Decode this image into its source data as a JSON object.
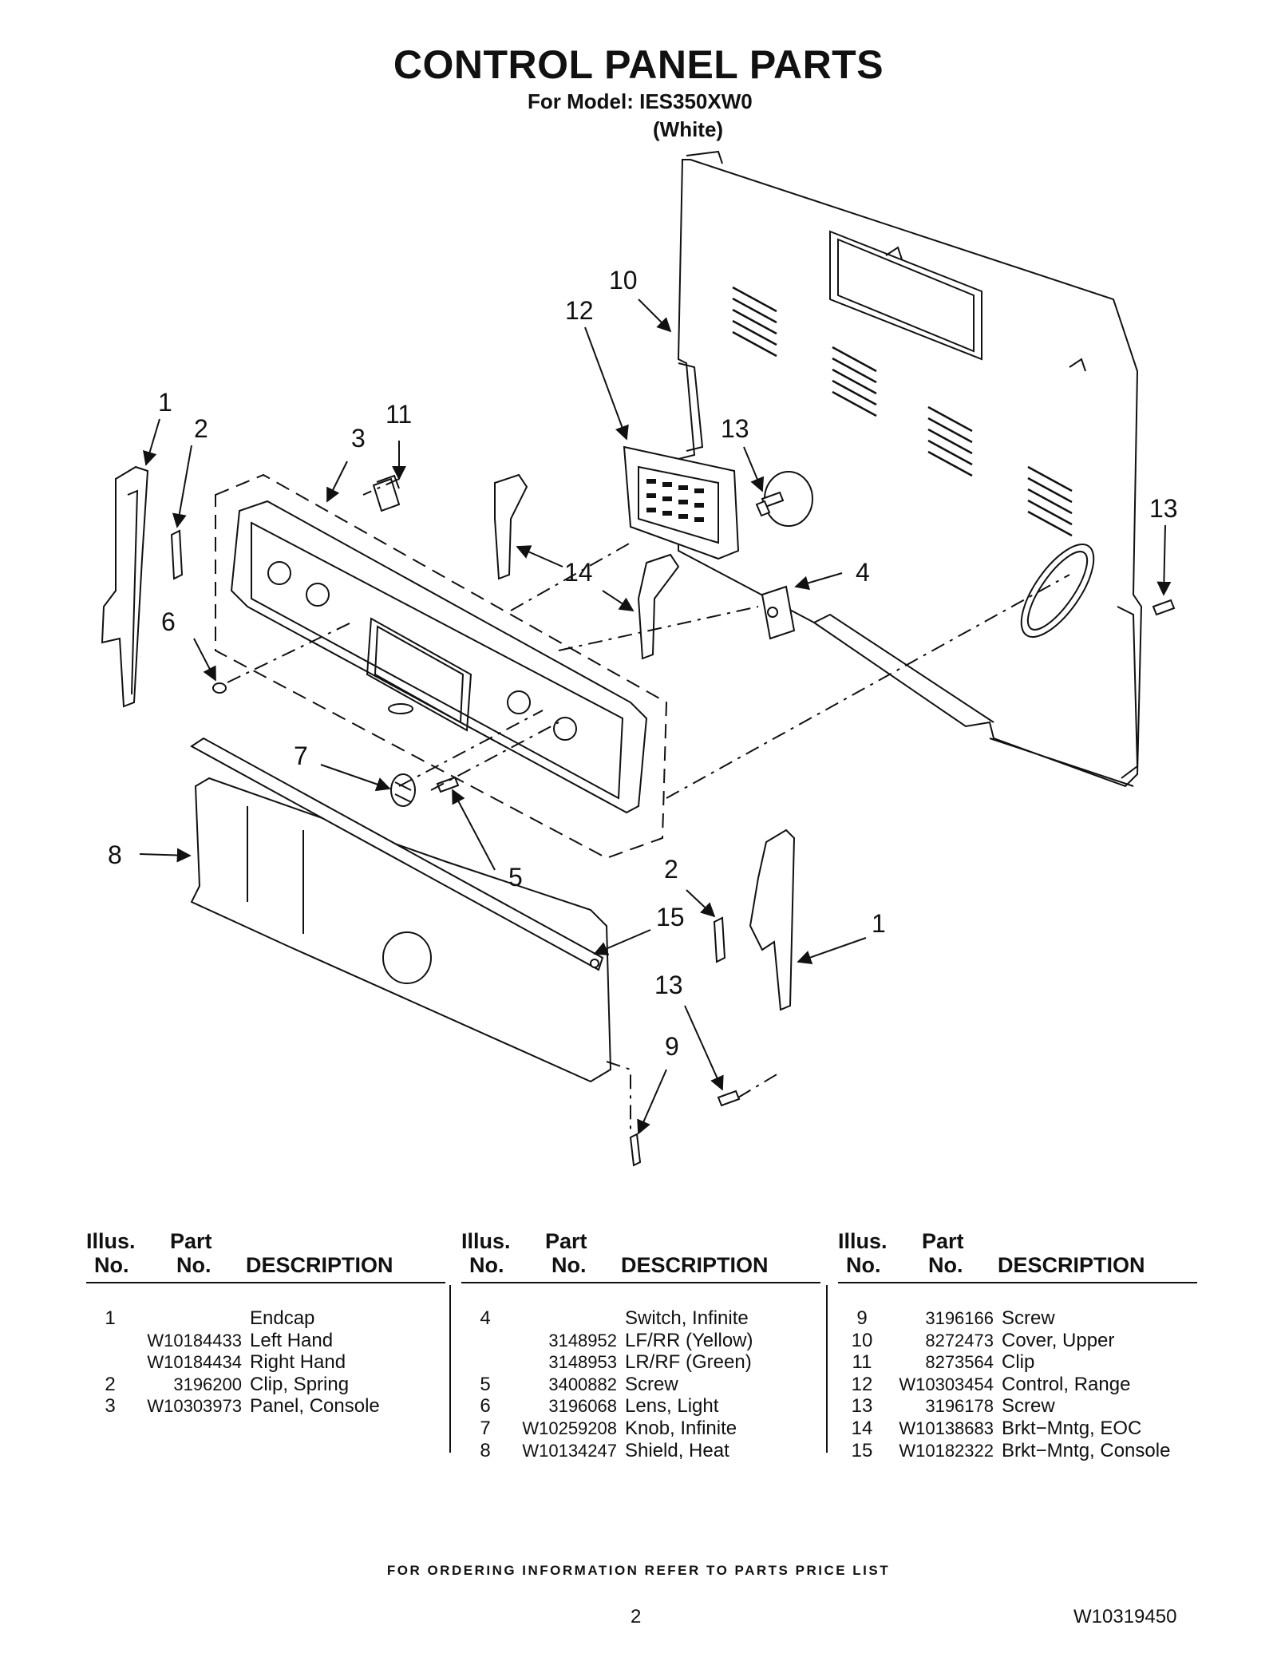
{
  "document": {
    "title": "CONTROL PANEL PARTS",
    "model_line": "For Model: IES350XW0",
    "color_line": "(White)",
    "footer_note": "FOR ORDERING INFORMATION REFER TO PARTS PRICE LIST",
    "page_number": "2",
    "doc_number": "W10319450"
  },
  "callouts": [
    "1",
    "2",
    "3",
    "11",
    "12",
    "10",
    "13",
    "13",
    "4",
    "14",
    "6",
    "7",
    "8",
    "5",
    "2",
    "15",
    "1",
    "13",
    "9"
  ],
  "table_headers": {
    "illus_line1": "Illus.",
    "illus_line2": "No.",
    "part_line1": "Part",
    "part_line2": "No.",
    "description": "DESCRIPTION"
  },
  "parts_columns": [
    [
      {
        "illus": "1",
        "part": "",
        "desc": "Endcap"
      },
      {
        "illus": "",
        "part": "W10184433",
        "desc": "Left Hand"
      },
      {
        "illus": "",
        "part": "W10184434",
        "desc": "Right Hand"
      },
      {
        "illus": "2",
        "part": "3196200",
        "desc": "Clip, Spring"
      },
      {
        "illus": "3",
        "part": "W10303973",
        "desc": "Panel, Console"
      }
    ],
    [
      {
        "illus": "4",
        "part": "",
        "desc": "Switch, Infinite"
      },
      {
        "illus": "",
        "part": "3148952",
        "desc": "LF/RR (Yellow)"
      },
      {
        "illus": "",
        "part": "3148953",
        "desc": "LR/RF (Green)"
      },
      {
        "illus": "5",
        "part": "3400882",
        "desc": "Screw"
      },
      {
        "illus": "6",
        "part": "3196068",
        "desc": "Lens, Light"
      },
      {
        "illus": "7",
        "part": "W10259208",
        "desc": "Knob, Infinite"
      },
      {
        "illus": "8",
        "part": "W10134247",
        "desc": "Shield, Heat"
      }
    ],
    [
      {
        "illus": "9",
        "part": "3196166",
        "desc": "Screw"
      },
      {
        "illus": "10",
        "part": "8272473",
        "desc": "Cover, Upper"
      },
      {
        "illus": "11",
        "part": "8273564",
        "desc": "Clip"
      },
      {
        "illus": "12",
        "part": "W10303454",
        "desc": "Control, Range"
      },
      {
        "illus": "13",
        "part": "3196178",
        "desc": "Screw"
      },
      {
        "illus": "14",
        "part": "W10138683",
        "desc": "Brkt−Mntg, EOC"
      },
      {
        "illus": "15",
        "part": "W10182322",
        "desc": "Brkt−Mntg, Console"
      }
    ]
  ]
}
